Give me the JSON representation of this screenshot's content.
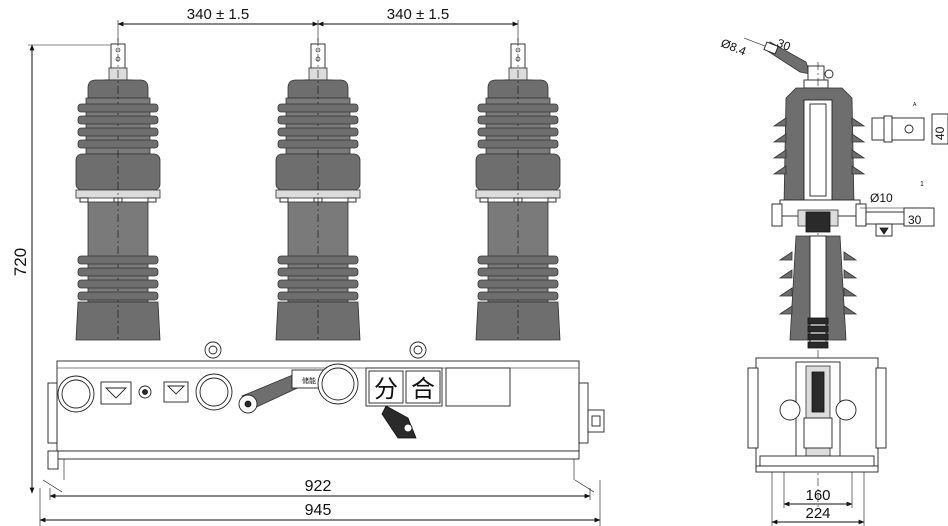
{
  "front_view": {
    "top_dims": [
      "340 ± 1.5",
      "340 ± 1.5"
    ],
    "height_dim": "720",
    "bottom_dims": [
      "922",
      "945"
    ],
    "panel_chars": [
      "分",
      "合"
    ],
    "small_label": "储能"
  },
  "side_view": {
    "dia_terminal": "Ø8.4",
    "dim_30_top": "30",
    "dim_40": "40",
    "dia_10": "Ø10",
    "dim_30_right": "30",
    "bottom_dims": [
      "160",
      "224"
    ],
    "mark_a": "A",
    "mark_1": "1"
  }
}
